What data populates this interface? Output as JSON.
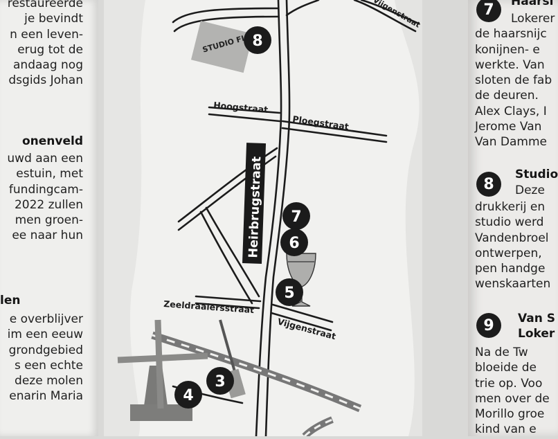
{
  "left_column": {
    "block1_lines": [
      "restaureerde",
      "je   bevindt",
      "n een leven-",
      "erug tot de",
      "andaag nog",
      "dsgids Johan"
    ],
    "heading2": "onenveld",
    "block2_lines": [
      "uwd aan een",
      "estuin,  met",
      "fundingcam-",
      "2022  zullen",
      "men  groen-",
      "ee naar hun"
    ],
    "heading3": "len",
    "block3_lines": [
      "e  overblijver",
      "im een eeuw",
      "grondgebied",
      "s  een  echte",
      "deze  molen",
      "enarin Maria"
    ]
  },
  "map": {
    "streets": {
      "heirbrugstraat": "Heirbrugstraat",
      "hoogstraat": "Hoogstraat",
      "ploegstraat": "Ploegstraat",
      "zeeldraaiersstraat": "Zeeldraaiersstraat",
      "vijgenstraat_lower": "Vijgenstraat",
      "vijgenstraat_top": "Vijgenstraat"
    },
    "markers": {
      "m3": "3",
      "m4": "4",
      "m5": "5",
      "m6": "6",
      "m7": "7",
      "m8": "8"
    },
    "logo_text": "STUDIO FLASH"
  },
  "right_column": {
    "item7": {
      "num": "7",
      "title": "Haarsi",
      "lines": [
        "Lokerer",
        "de  haarsnijc",
        "konijnen-  e",
        "werkte.  Van",
        "sloten de fab",
        "de  deuren.",
        "Alex Clays, I",
        "Jerome  Van",
        "Van Damme"
      ]
    },
    "item8": {
      "num": "8",
      "title_line1": "Studio",
      "title_line2": "Deze",
      "lines": [
        "drukkerij  en",
        "studio werd",
        "Vandenbroel",
        "ontwerpen,",
        "pen  handge",
        "wenskaarten"
      ]
    },
    "item9": {
      "num": "9",
      "title_line1": "Van S",
      "title_line2": "Loker",
      "lines": [
        "Na  de  Tw",
        "bloeide   de",
        "trie op.  Voo",
        "men over de",
        "Morillo groe",
        "kind  van  e"
      ]
    }
  }
}
